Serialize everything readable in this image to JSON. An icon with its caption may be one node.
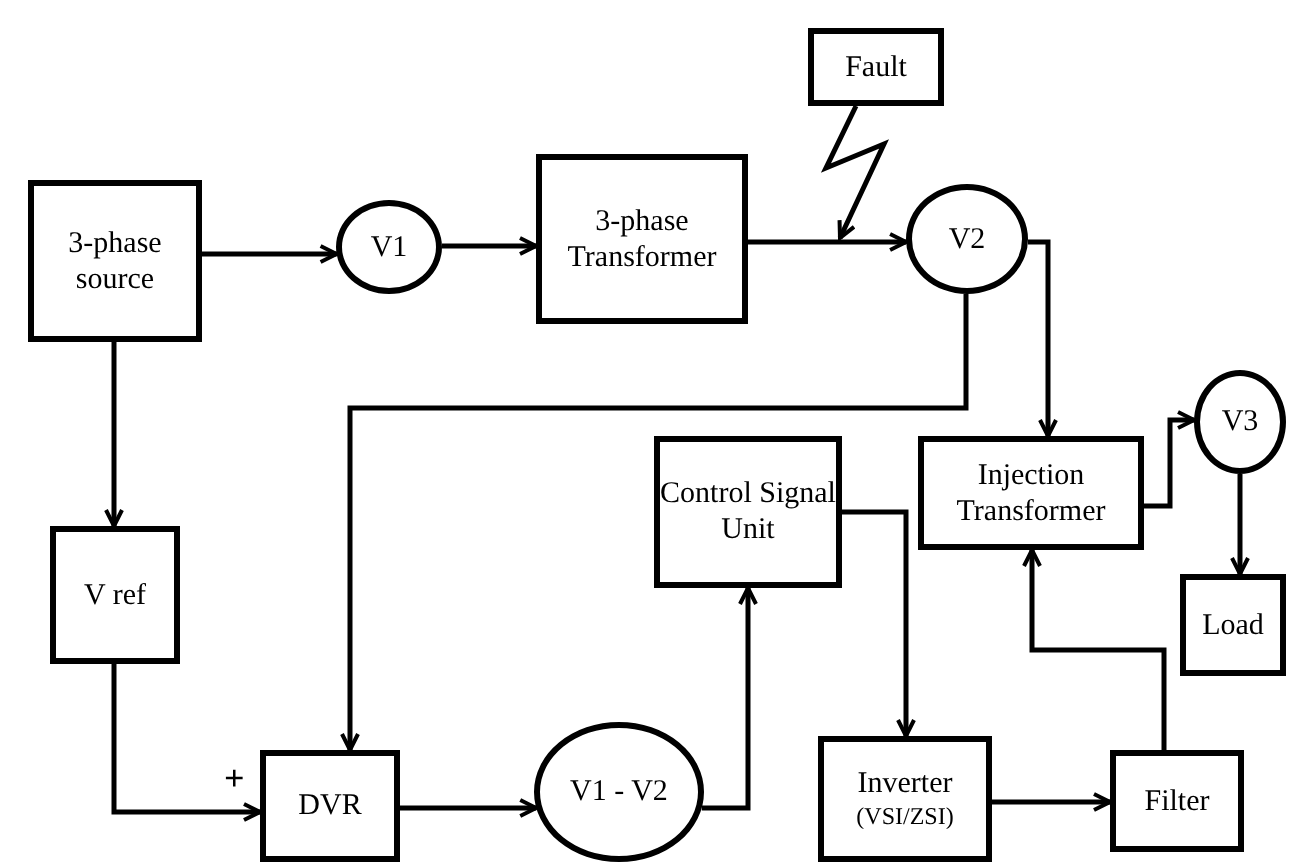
{
  "diagram": {
    "nodes": [
      {
        "text": [
          "3-phase source"
        ]
      },
      {
        "text": [
          "V1"
        ]
      },
      {
        "text": [
          "3-phase Transformer"
        ]
      },
      {
        "text": [
          "Fault"
        ]
      },
      {
        "text": [
          "V2"
        ]
      },
      {
        "text": [
          "Control Signal Unit"
        ]
      },
      {
        "text": [
          "Injection Transformer"
        ]
      },
      {
        "text": [
          "V3"
        ]
      },
      {
        "text": [
          "V ref"
        ]
      },
      {
        "text": [
          "Load"
        ]
      },
      {
        "text": [
          "DVR"
        ]
      },
      {
        "text": [
          "V1 - V2"
        ]
      },
      {
        "text": [
          "Inverter",
          "(VSI/ZSI)"
        ]
      },
      {
        "text": [
          "Filter"
        ]
      }
    ],
    "edges": [
      {
        "from": 0,
        "to": 1,
        "arrow": "to"
      },
      {
        "from": 1,
        "to": 2,
        "arrow": "to"
      },
      {
        "from": 2,
        "to": 4,
        "arrow": "to"
      },
      {
        "from": 4,
        "to": 6,
        "arrow": "to"
      },
      {
        "from": 4,
        "to": 10,
        "arrow": "to"
      },
      {
        "from": 0,
        "to": 8,
        "arrow": "to"
      },
      {
        "from": 8,
        "to": 10,
        "arrow": "to"
      },
      {
        "from": 10,
        "to": 11,
        "arrow": "to"
      },
      {
        "from": 11,
        "to": 5,
        "arrow": "to"
      },
      {
        "from": 5,
        "to": 12,
        "arrow": "to"
      },
      {
        "from": 12,
        "to": 13,
        "arrow": "to"
      },
      {
        "from": 13,
        "to": 6,
        "arrow": "to"
      },
      {
        "from": 6,
        "to": 7,
        "arrow": "to"
      },
      {
        "from": 7,
        "to": 9,
        "arrow": "to"
      },
      {
        "from": 3,
        "to": null,
        "arrow": "to"
      }
    ],
    "labels": [
      "+"
    ]
  }
}
